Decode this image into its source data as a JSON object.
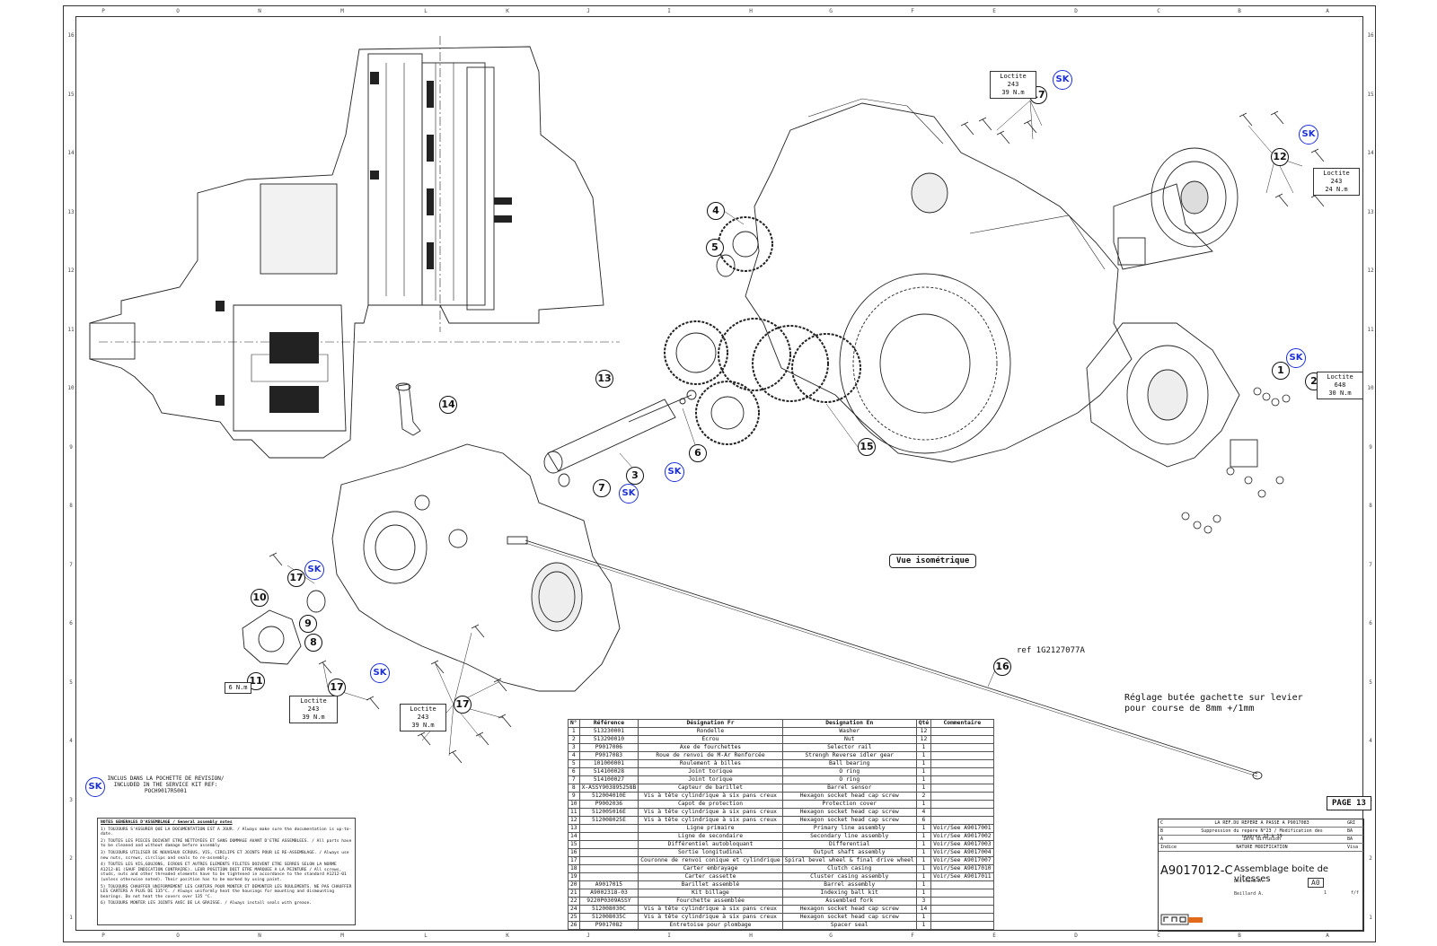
{
  "border": {
    "columns": [
      "P",
      "O",
      "N",
      "M",
      "L",
      "K",
      "J",
      "I",
      "H",
      "G",
      "F",
      "E",
      "D",
      "C",
      "B",
      "A"
    ],
    "rows": [
      "16",
      "15",
      "14",
      "13",
      "12",
      "11",
      "10",
      "9",
      "8",
      "7",
      "6",
      "5",
      "4",
      "3",
      "2",
      "1"
    ]
  },
  "callouts": [
    "1",
    "2",
    "3",
    "4",
    "5",
    "6",
    "7",
    "8",
    "9",
    "10",
    "11",
    "12",
    "13",
    "14",
    "15",
    "16",
    "17",
    "17",
    "17",
    "17"
  ],
  "sk_badge": "SK",
  "torque_boxes": {
    "loctite243_39_top": {
      "line1": "Loctite 243",
      "line2": "39 N.m"
    },
    "loctite243_24": {
      "line1": "Loctite 243",
      "line2": "24 N.m"
    },
    "loctite648_30": {
      "line1": "Loctite 648",
      "line2": "30 N.m"
    },
    "loctite243_39_left": {
      "line1": "Loctite 243",
      "line2": "39 N.m"
    },
    "loctite243_39_mid": {
      "line1": "Loctite 243",
      "line2": "39 N.m"
    },
    "torque_6nm": "6 N.m"
  },
  "annotations": {
    "ref_cable": "ref 1G2127077A",
    "adjust_line1": "Réglage butée gachette sur levier",
    "adjust_line2": "pour course de 8mm +/1mm",
    "iso_view": "Vue isométrique",
    "page": "PAGE 13"
  },
  "sk_note": {
    "line1": "INCLUS DANS LA POCHETTE DE REVISION/",
    "line2": "INCLUDED IN THE SERVICE KIT REF:",
    "line3": "POCH9017R5001"
  },
  "parts_table": {
    "headers": [
      "N°",
      "Référence",
      "Désignation Fr",
      "Designation En",
      "Qté",
      "Commentaire"
    ],
    "rows": [
      [
        "1",
        "513230001",
        "Rondelle",
        "Washer",
        "12",
        ""
      ],
      [
        "2",
        "513290010",
        "Ecrou",
        "Nut",
        "12",
        ""
      ],
      [
        "3",
        "P9017006",
        "Axe de fourchettes",
        "Selector rail",
        "1",
        ""
      ],
      [
        "4",
        "P9017083",
        "Roue de renvoi de M-Ar Renforcée",
        "Strengh Reverse idler gear",
        "1",
        ""
      ],
      [
        "5",
        "101000001",
        "Roulement à billes",
        "Ball bearing",
        "1",
        ""
      ],
      [
        "6",
        "514100028",
        "Joint torique",
        "O ring",
        "1",
        ""
      ],
      [
        "7",
        "514100027",
        "Joint torique",
        "O ring",
        "1",
        ""
      ],
      [
        "8",
        "X-ASSY903895258B",
        "Capteur de barillet",
        "Barrel sensor",
        "1",
        ""
      ],
      [
        "9",
        "512004010E",
        "Vis à tête cylindrique à six pans creux",
        "Hexagon socket head cap screw",
        "2",
        ""
      ],
      [
        "10",
        "P9002036",
        "Capot de protection",
        "Protection cover",
        "1",
        ""
      ],
      [
        "11",
        "512005016E",
        "Vis à tête cylindrique à six pans creux",
        "Hexagon socket head cap screw",
        "4",
        ""
      ],
      [
        "12",
        "512008025E",
        "Vis à tête cylindrique à six pans creux",
        "Hexagon socket head cap screw",
        "6",
        ""
      ],
      [
        "13",
        "",
        "Ligne primaire",
        "Primary line assembly",
        "1",
        "Voir/See A9017001"
      ],
      [
        "14",
        "",
        "Ligne de secondaire",
        "Secondary line assembly",
        "1",
        "Voir/See A9017002"
      ],
      [
        "15",
        "",
        "Différentiel autobloquant",
        "Differential",
        "1",
        "Voir/See A9017003"
      ],
      [
        "16",
        "",
        "Sortie longitudinal",
        "Output shaft assembly",
        "1",
        "Voir/See A9017004"
      ],
      [
        "17",
        "",
        "Couronne de renvoi conique et cylindrique",
        "Spiral bevel wheel & final drive wheel",
        "1",
        "Voir/See A9017007"
      ],
      [
        "18",
        "",
        "Carter embrayage",
        "Clutch casing",
        "1",
        "Voir/See A9017010"
      ],
      [
        "19",
        "",
        "Carter cassette",
        "Cluster casing assembly",
        "1",
        "Voir/See A9017011"
      ],
      [
        "20",
        "A9017015",
        "Barillet assemblé",
        "Barrel assembly",
        "1",
        ""
      ],
      [
        "21",
        "A9002318-03",
        "Kit billage",
        "Indexing ball kit",
        "1",
        ""
      ],
      [
        "22",
        "9220P0309ASSY",
        "Fourchette assemblée",
        "Assembled fork",
        "3",
        ""
      ],
      [
        "24",
        "512008030C",
        "Vis à tête cylindrique à six pans creux",
        "Hexagon socket head cap screw",
        "14",
        ""
      ],
      [
        "25",
        "512008035C",
        "Vis à tête cylindrique à six pans creux",
        "Hexagon socket head cap screw",
        "1",
        ""
      ],
      [
        "26",
        "P9017082",
        "Entretoise pour plombage",
        "Spacer seal",
        "1",
        ""
      ]
    ]
  },
  "notes": {
    "title": "NOTES GENERALES D'ASSEMBLAGE / General assembly notes",
    "items": [
      "1) TOUJOURS S'ASSURER QUE LA DOCUMENTATION EST A JOUR. / Always make sure the documentation is up-to-date.",
      "2) TOUTES LES PIECES DOIVENT ETRE NETTOYEES ET SANS DOMMAGE AVANT D'ETRE ASSEMBLEES. / All parts have to be cleaned and without damage before assembly",
      "3) TOUJOURS UTILISER DE NOUVEAUX ECROUS, VIS, CIRCLIPS ET JOINTS POUR LE RE-ASSEMBLAGE. / Always use new nuts, screws, circlips and seals to re-assembly.",
      "4) TOUTES LES VIS,GOUJONS, ECROUS ET AUTRES ELEMENTS FILETES DOIVENT ETRE SERRES SELON LA NORME A1212-01 (SAUF INDICATION CONTRAIRE). LEUR POSITION DOIT ETRE MARQUEE A LA PEINTURE / All screws, studs, nuts and other threaded elements have to be tightened in accordance to the standard A1212-01 (unless otherwise noted). Their position has to be marked by using paint.",
      "5) TOUJOURS CHAUFFER UNIFORMEMENT LES CARTERS POUR MONTER ET DEMONTER LES ROULEMENTS. NE PAS CHAUFFER LES CARTERS A PLUS DE 135°C. / Always uniformly heat the housings for mounting and dismounting bearings. Do not heat the covers over 135 °C.",
      "6) TOUJOURS MONTER LES JOINTS AVEC DE LA GRAISSE. / Always install seals with grease."
    ]
  },
  "title_block": {
    "rev_rows": [
      {
        "rev": "C",
        "text": "LA REF.DU REPERE A PASSE A P9017083",
        "by": "GRI"
      },
      {
        "rev": "B",
        "text": "Suppression du repère N°23 / Modification des repères 13 à 19",
        "by": "BA"
      },
      {
        "rev": "A",
        "text": "1ere diffusion",
        "by": "BA"
      },
      {
        "rev": "Indice",
        "text": "NATURE MODIFICATION",
        "by": "Visa"
      }
    ],
    "reference": "A9017012-C",
    "designation": "Assemblage boite de vitesses",
    "drawn_by": "Beillard A.",
    "checked_by": "Beillard A.",
    "format": "A0",
    "scale": "1",
    "sheet": "f/f"
  }
}
